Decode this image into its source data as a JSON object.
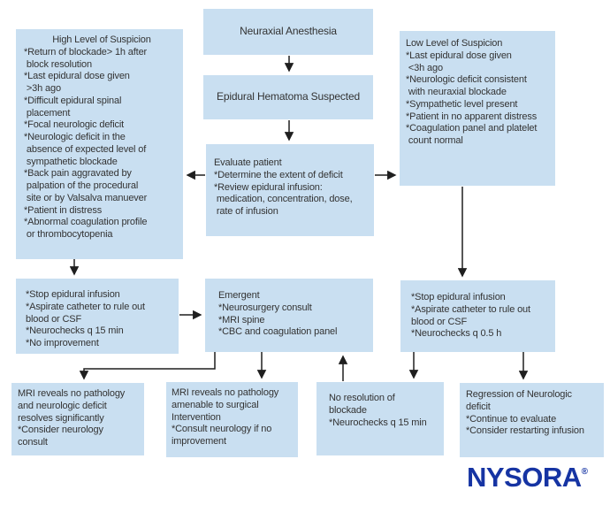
{
  "colors": {
    "node_fill": "#c9dff1",
    "text": "#333333",
    "arrow": "#1f1f1f",
    "logo_blue": "#1634a3"
  },
  "logo": {
    "text": "NYSORA",
    "registered_mark": "®"
  },
  "nodes": {
    "neuraxial": {
      "text": "Neuraxial Anesthesia"
    },
    "hematoma": {
      "text": "Epidural Hematoma Suspected"
    },
    "high_suspicion": {
      "title": "High Level of Suspicion",
      "body": "*Return of blockade> 1h after\n block resolution\n*Last epidural dose given\n >3h ago\n*Difficult epidural spinal\n placement\n*Focal neurologic deficit\n*Neurologic deficit in the\n absence of expected level of\n sympathetic blockade\n*Back pain aggravated by\n palpation of the procedural\n site or by Valsalva manuever\n*Patient in distress\n*Abnormal coagulation profile\n or thrombocytopenia"
    },
    "low_suspicion": {
      "body": "Low Level of Suspicion\n*Last epidural dose given\n <3h ago\n*Neurologic deficit consistent\n with neuraxial blockade\n*Sympathetic level present\n*Patient in no apparent distress\n*Coagulation panel and platelet\n count normal"
    },
    "evaluate": {
      "body": "Evaluate patient\n*Determine the extent of deficit\n*Review epidural infusion:\n medication, concentration, dose,\n rate of infusion"
    },
    "stop_infusion_left": {
      "body": "*Stop epidural infusion\n*Aspirate catheter to rule out\nblood or CSF\n*Neurochecks q 15 min\n*No improvement"
    },
    "emergent": {
      "body": "Emergent\n*Neurosurgery consult\n*MRI spine\n*CBC and coagulation panel"
    },
    "stop_infusion_right": {
      "body": "*Stop epidural infusion\n*Aspirate catheter to rule out\nblood or CSF\n*Neurochecks q 0.5 h"
    },
    "mri_resolves": {
      "body": "MRI reveals no pathology\nand neurologic deficit\nresolves significantly\n*Consider neurology\nconsult"
    },
    "mri_surgical": {
      "body": "MRI reveals no pathology\namenable to surgical\nIntervention\n*Consult neurology if no\nimprovement"
    },
    "no_resolution": {
      "body": "No resolution of\nblockade\n*Neurochecks q 15 min"
    },
    "regression": {
      "body": "Regression of Neurologic\ndeficit\n*Continue to evaluate\n*Consider restarting infusion"
    }
  }
}
